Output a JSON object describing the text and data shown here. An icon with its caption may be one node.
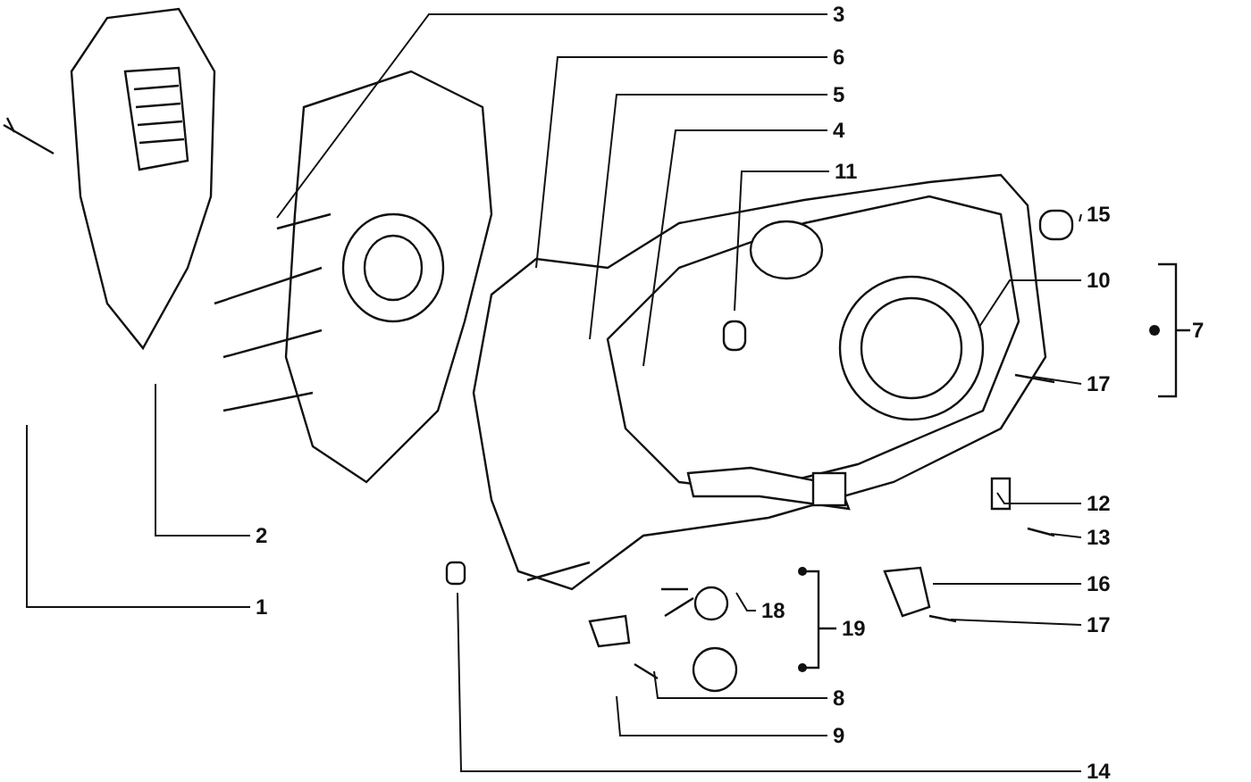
{
  "diagram": {
    "nodes": [
      {
        "text": [
          "3"
        ]
      },
      {
        "text": [
          "6"
        ]
      },
      {
        "text": [
          "5"
        ]
      },
      {
        "text": [
          "4"
        ]
      },
      {
        "text": [
          "11"
        ]
      },
      {
        "text": [
          "15"
        ]
      },
      {
        "text": [
          "10"
        ]
      },
      {
        "text": [
          "7"
        ]
      },
      {
        "text": [
          "17"
        ]
      },
      {
        "text": [
          "12"
        ]
      },
      {
        "text": [
          "13"
        ]
      },
      {
        "text": [
          "16"
        ]
      },
      {
        "text": [
          "18"
        ]
      },
      {
        "text": [
          "19"
        ]
      },
      {
        "text": [
          "17"
        ]
      },
      {
        "text": [
          "2"
        ]
      },
      {
        "text": [
          "1"
        ]
      },
      {
        "text": [
          "8"
        ]
      },
      {
        "text": [
          "9"
        ]
      },
      {
        "text": [
          "14"
        ]
      }
    ],
    "edges": [
      {
        "from": 0,
        "to": null,
        "arrow": "none"
      },
      {
        "from": 1,
        "to": null,
        "arrow": "none"
      },
      {
        "from": 2,
        "to": null,
        "arrow": "none"
      },
      {
        "from": 3,
        "to": null,
        "arrow": "none"
      },
      {
        "from": 4,
        "to": null,
        "arrow": "none"
      },
      {
        "from": 5,
        "to": null,
        "arrow": "none"
      },
      {
        "from": 6,
        "to": null,
        "arrow": "none"
      },
      {
        "from": 8,
        "to": null,
        "arrow": "none"
      },
      {
        "from": 9,
        "to": null,
        "arrow": "none"
      },
      {
        "from": 10,
        "to": null,
        "arrow": "none"
      },
      {
        "from": 11,
        "to": null,
        "arrow": "none"
      },
      {
        "from": 12,
        "to": null,
        "arrow": "none"
      },
      {
        "from": 14,
        "to": null,
        "arrow": "none"
      },
      {
        "from": 15,
        "to": null,
        "arrow": "none"
      },
      {
        "from": 16,
        "to": null,
        "arrow": "none"
      },
      {
        "from": 17,
        "to": null,
        "arrow": "none"
      },
      {
        "from": 18,
        "to": null,
        "arrow": "none"
      },
      {
        "from": 19,
        "to": null,
        "arrow": "none"
      }
    ]
  }
}
